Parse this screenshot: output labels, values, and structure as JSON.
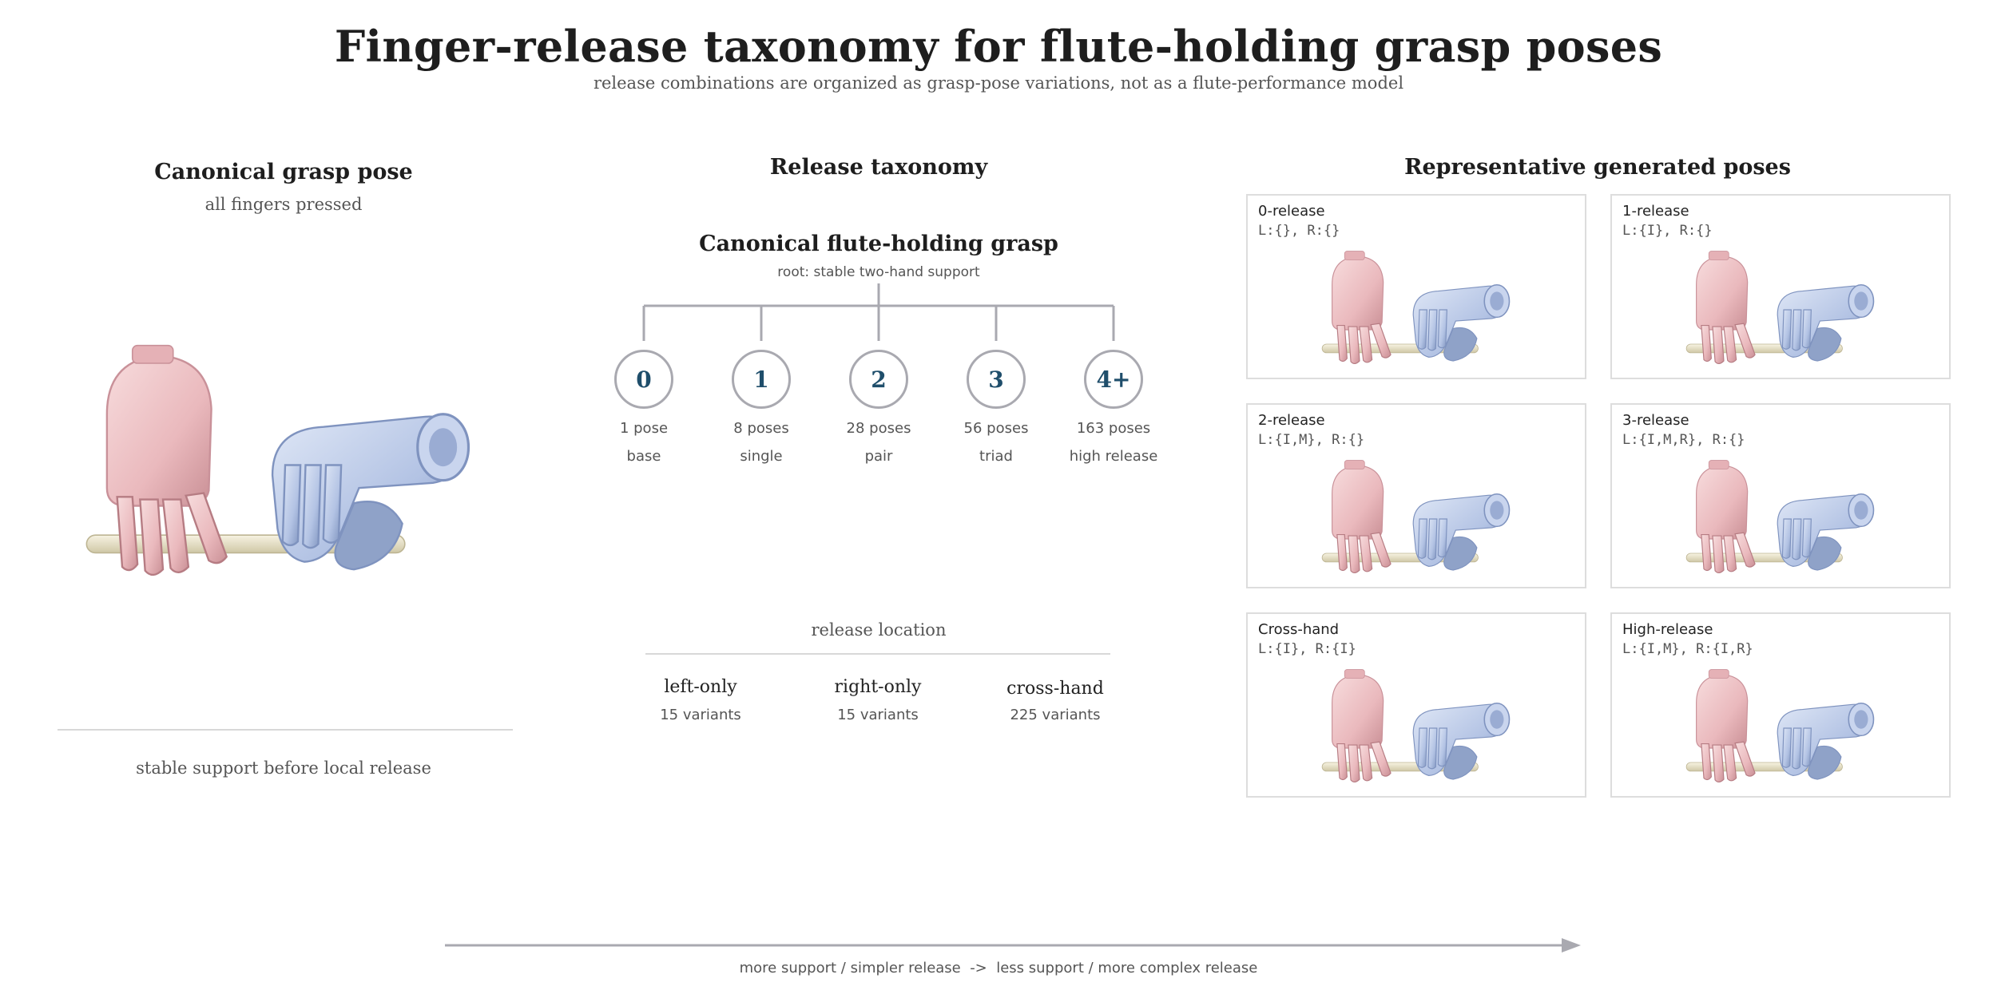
{
  "header": {
    "title": "Finger-release taxonomy for flute-holding grasp poses",
    "subtitle": "release combinations are organized as grasp-pose variations, not as a flute-performance model"
  },
  "canonical": {
    "heading": "Canonical grasp pose",
    "subheading": "all fingers pressed",
    "caption": "stable support before local release"
  },
  "taxonomy": {
    "heading": "Release taxonomy",
    "root_title": "Canonical flute-holding grasp",
    "root_subtitle": "root: stable two-hand support",
    "nodes": [
      {
        "label": "0",
        "count": "1 pose",
        "desc": "base"
      },
      {
        "label": "1",
        "count": "8 poses",
        "desc": "single"
      },
      {
        "label": "2",
        "count": "28 poses",
        "desc": "pair"
      },
      {
        "label": "3",
        "count": "56 poses",
        "desc": "triad"
      },
      {
        "label": "4+",
        "count": "163 poses",
        "desc": "high release"
      }
    ],
    "location_heading": "release location",
    "locations": [
      {
        "label": "left-only",
        "count": "15 variants"
      },
      {
        "label": "right-only",
        "count": "15 variants"
      },
      {
        "label": "cross-hand",
        "count": "225 variants"
      }
    ]
  },
  "poses": {
    "heading": "Representative generated poses",
    "cards": [
      {
        "title": "0-release",
        "code": "L:{}, R:{}"
      },
      {
        "title": "1-release",
        "code": "L:{I}, R:{}"
      },
      {
        "title": "2-release",
        "code": "L:{I,M}, R:{}"
      },
      {
        "title": "3-release",
        "code": "L:{I,M,R}, R:{}"
      },
      {
        "title": "Cross-hand",
        "code": "L:{I}, R:{I}"
      },
      {
        "title": "High-release",
        "code": "L:{I,M}, R:{I,R}"
      }
    ]
  },
  "axis": {
    "caption": "more support / simpler release  ->  less support / more complex release"
  },
  "colors": {
    "left_hand": "#eec3c6",
    "right_hand": "#b9c8e6",
    "flute": "#ece6cc",
    "node_text": "#1f4e6b",
    "line": "#a9a9b0"
  }
}
